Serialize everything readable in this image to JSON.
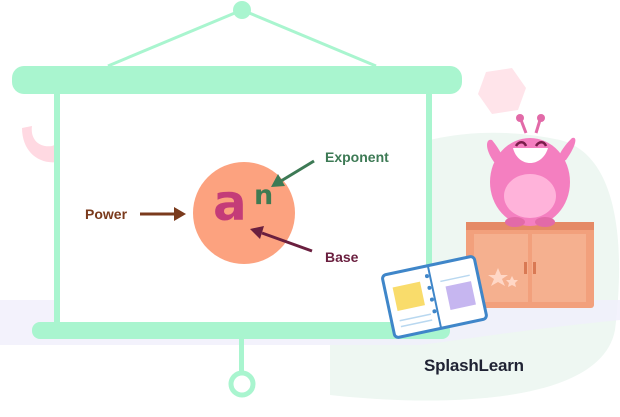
{
  "diagram": {
    "base_symbol": "a",
    "exponent_symbol": "n",
    "labels": {
      "power": "Power",
      "exponent": "Exponent",
      "base": "Base"
    }
  },
  "brand": {
    "name": "SplashLearn"
  },
  "colors": {
    "screen_frame": "#a9f5cf",
    "circle": "#fca27f",
    "base_color": "#c43c78",
    "exponent_color": "#3f7a52",
    "power_color": "#7a3a1c",
    "base_label_color": "#6a1f3f",
    "background_blob": "#eef7f2",
    "cabinet": "#f2a07c",
    "mascot": "#f47fc0"
  },
  "icons": [
    "mascot-character",
    "notebook-icon",
    "cabinet-illustration"
  ]
}
